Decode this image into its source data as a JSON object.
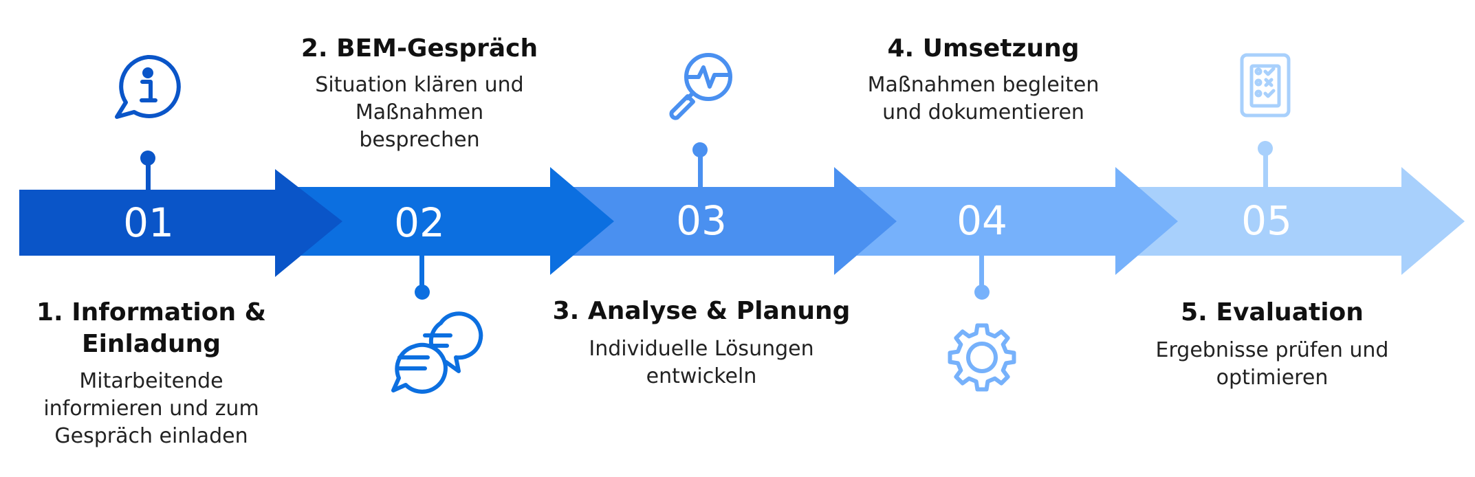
{
  "colors": {
    "arrow1": "#0a55c8",
    "arrow2": "#0c6fe0",
    "arrow3": "#4a90f0",
    "arrow4": "#76b1fb",
    "arrow5": "#a8d0fc",
    "icon1": "#0a55c8",
    "icon2": "#0c6fe0",
    "icon3": "#4a90f0",
    "icon4": "#76b1fb",
    "icon5": "#a8d0fc"
  },
  "steps": [
    {
      "number": "01",
      "title": "1.  Information &\nEinladung",
      "description": "Mitarbeitende\ninformieren und zum\nGespräch einladen",
      "icon": "info-chat-bubble-icon"
    },
    {
      "number": "02",
      "title": "2. BEM-Gespräch",
      "description": "Situation klären und\nMaßnahmen\nbesprechen",
      "icon": "chat-bubbles-icon"
    },
    {
      "number": "03",
      "title": "3. Analyse & Planung",
      "description": "Individuelle Lösungen\nentwickeln",
      "icon": "magnifier-pulse-icon"
    },
    {
      "number": "04",
      "title": "4. Umsetzung",
      "description": "Maßnahmen begleiten\nund dokumentieren",
      "icon": "gear-icon"
    },
    {
      "number": "05",
      "title": "5. Evaluation",
      "description": "Ergebnisse prüfen und\noptimieren",
      "icon": "clipboard-checklist-icon"
    }
  ]
}
